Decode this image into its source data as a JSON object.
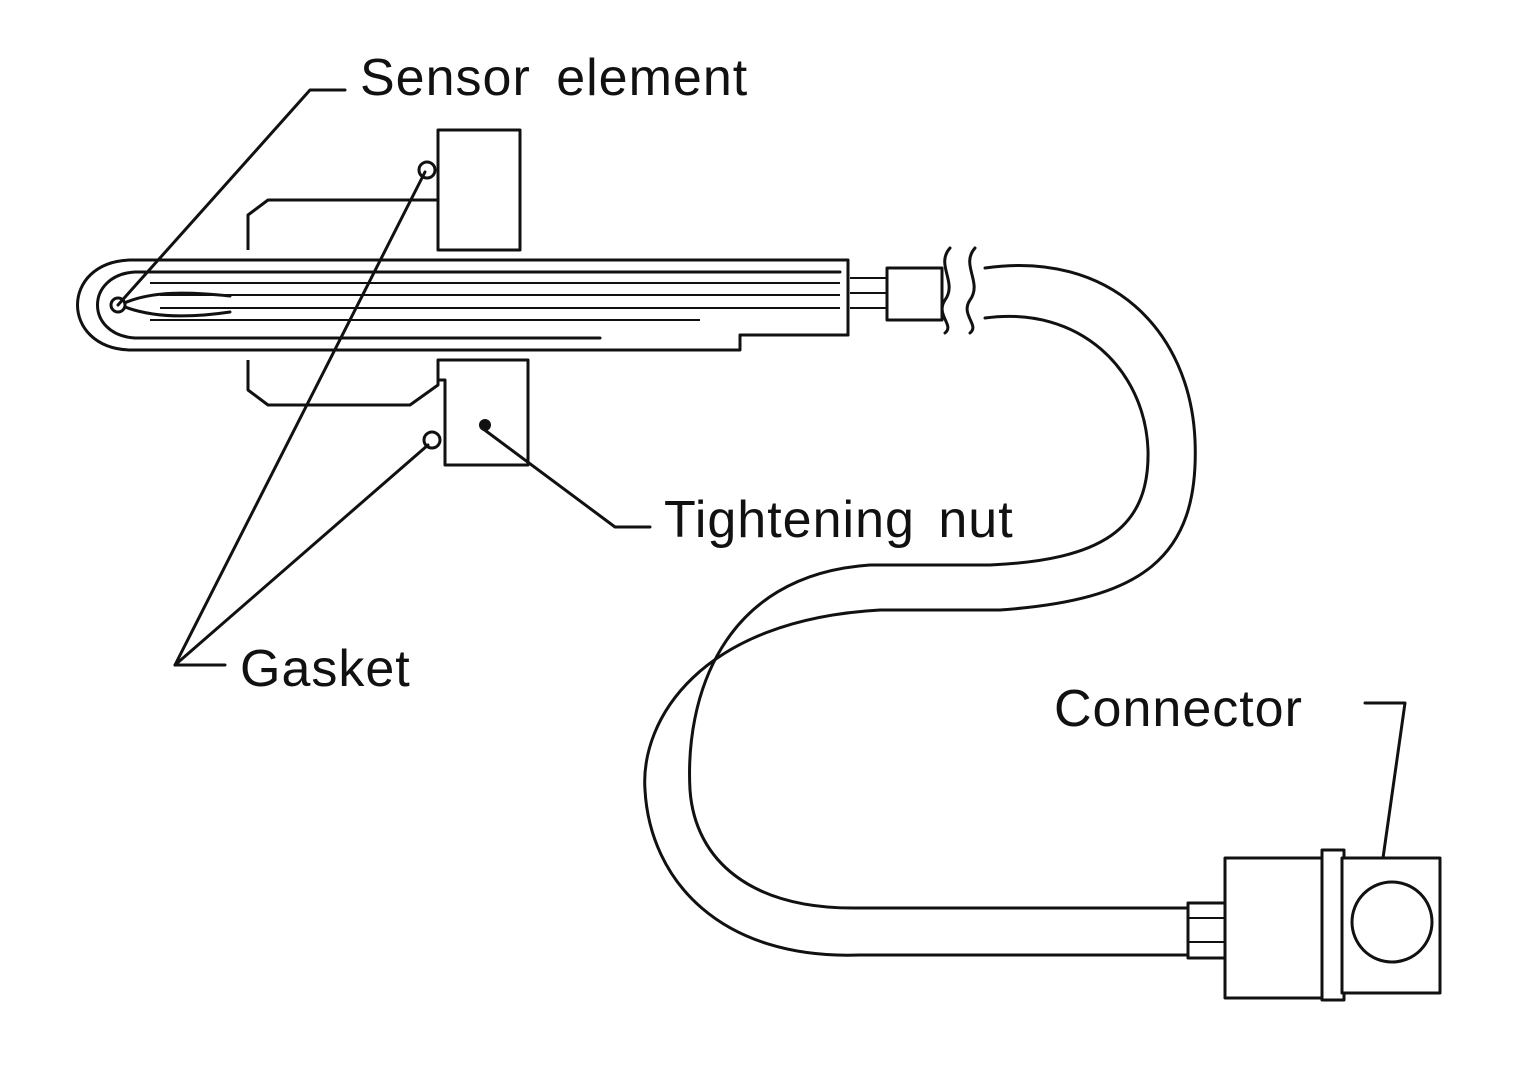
{
  "labels": {
    "sensor_element": "Sensor element",
    "tightening_nut": "Tightening nut",
    "gasket": "Gasket",
    "connector": "Connector"
  },
  "colors": {
    "ink": "#111111",
    "background": "#ffffff"
  }
}
